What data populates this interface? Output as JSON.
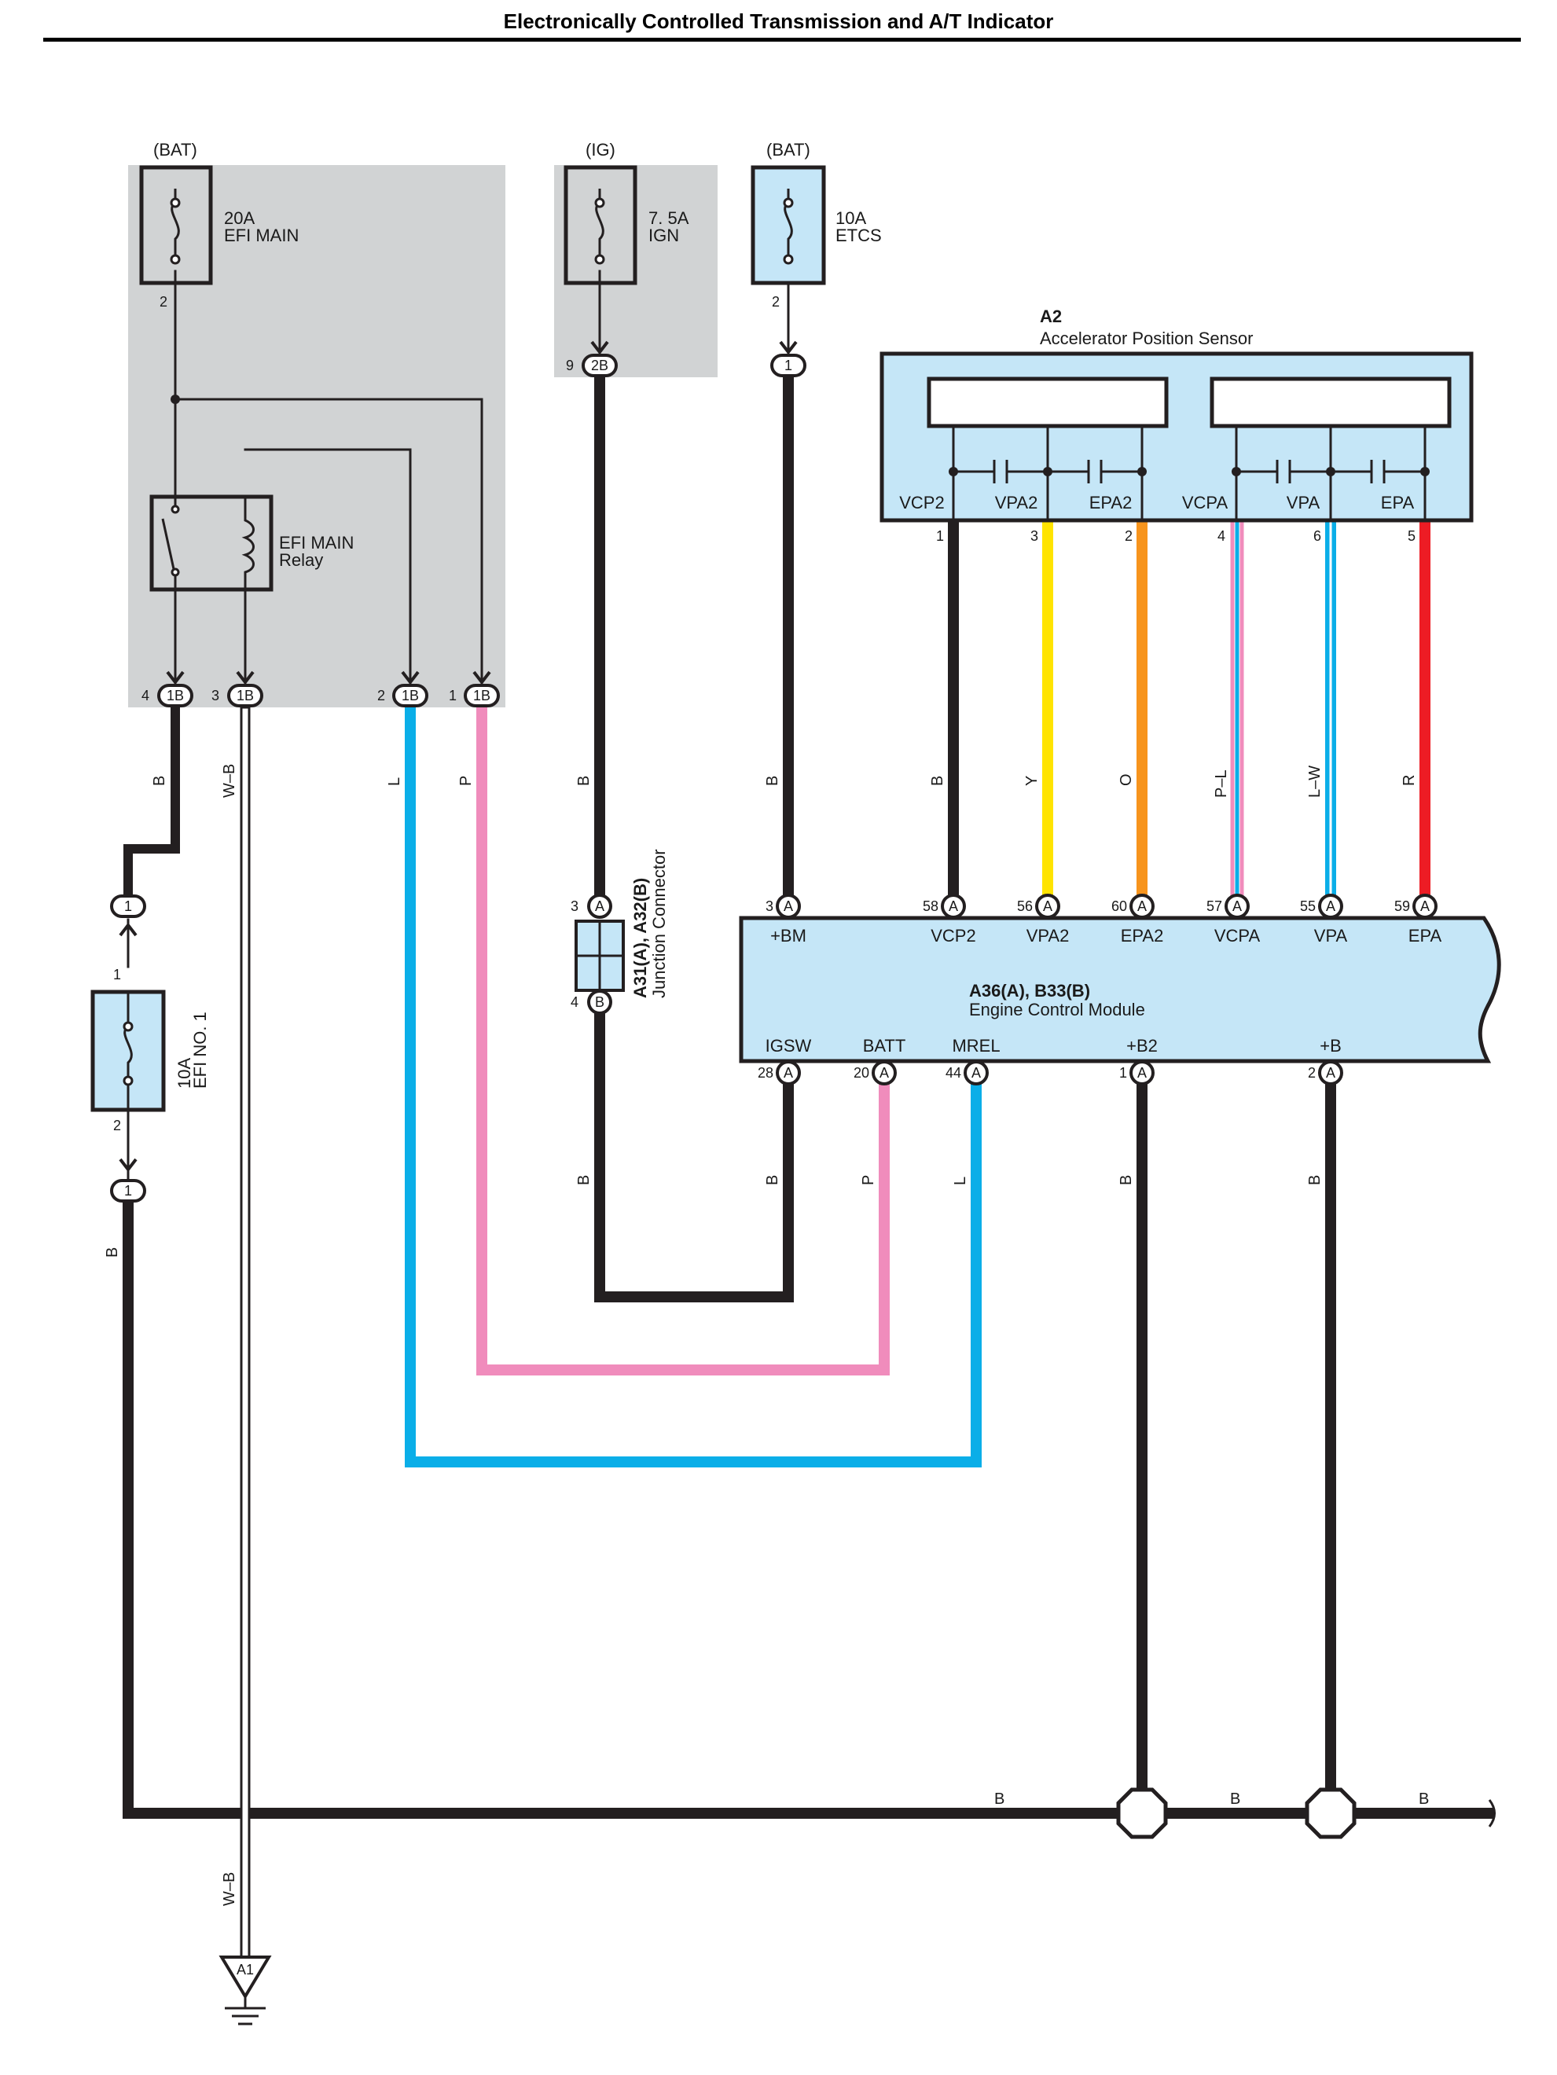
{
  "title": "Electronically Controlled Transmission and A/T Indicator",
  "colors": {
    "B": "#231f20",
    "WB": "#ffffff",
    "L": "#0aaee8",
    "P": "#f08cbc",
    "Y": "#ffe400",
    "O": "#f7941d",
    "R": "#ed1c24",
    "panel_gray": "#d1d3d4",
    "module_blue": "#c5e6f7"
  },
  "fuses": {
    "efi_main": {
      "source": "(BAT)",
      "rating": "20A",
      "name": "EFI MAIN",
      "pin": "2"
    },
    "ign": {
      "source": "(IG)",
      "rating": "7. 5A",
      "name": "IGN"
    },
    "etcs": {
      "source": "(BAT)",
      "rating": "10A",
      "name": "ETCS",
      "pin": "2"
    },
    "efi_no1": {
      "rating": "10A",
      "name": "EFI NO. 1",
      "pin_top": "1",
      "pin_bottom": "2"
    }
  },
  "relay": {
    "name": "EFI MAIN",
    "sub": "Relay"
  },
  "connectors": {
    "c1b_4": {
      "num": "4",
      "code": "1B"
    },
    "c1b_3": {
      "num": "3",
      "code": "1B"
    },
    "c1b_2": {
      "num": "2",
      "code": "1B"
    },
    "c1b_1": {
      "num": "1",
      "code": "1B"
    },
    "c2b_9": {
      "num": "9",
      "code": "2B"
    },
    "etcs_out": {
      "code": "1"
    },
    "efi1_in": {
      "code": "1"
    },
    "efi1_out": {
      "code": "1"
    }
  },
  "junction": {
    "code": "A31(A), A32(B)",
    "name": "Junction Connector",
    "top_pin": "3",
    "top_code": "A",
    "bottom_pin": "4",
    "bottom_code": "B"
  },
  "sensor": {
    "code": "A2",
    "name": "Accelerator Position Sensor",
    "pins": [
      {
        "name": "VCP2",
        "num": "1",
        "wire": "B"
      },
      {
        "name": "VPA2",
        "num": "3",
        "wire": "Y"
      },
      {
        "name": "EPA2",
        "num": "2",
        "wire": "O"
      },
      {
        "name": "VCPA",
        "num": "4",
        "wire": "P–L"
      },
      {
        "name": "VPA",
        "num": "6",
        "wire": "L–W"
      },
      {
        "name": "EPA",
        "num": "5",
        "wire": "R"
      }
    ]
  },
  "ecm": {
    "code": "A36(A), B33(B)",
    "name": "Engine Control Module",
    "top_pins": [
      {
        "name": "+BM",
        "num": "3",
        "code": "A"
      },
      {
        "name": "VCP2",
        "num": "58",
        "code": "A"
      },
      {
        "name": "VPA2",
        "num": "56",
        "code": "A"
      },
      {
        "name": "EPA2",
        "num": "60",
        "code": "A"
      },
      {
        "name": "VCPA",
        "num": "57",
        "code": "A"
      },
      {
        "name": "VPA",
        "num": "55",
        "code": "A"
      },
      {
        "name": "EPA",
        "num": "59",
        "code": "A"
      }
    ],
    "bottom_pins": [
      {
        "name": "IGSW",
        "num": "28",
        "code": "A"
      },
      {
        "name": "BATT",
        "num": "20",
        "code": "A"
      },
      {
        "name": "MREL",
        "num": "44",
        "code": "A"
      },
      {
        "name": "+B2",
        "num": "1",
        "code": "A"
      },
      {
        "name": "+B",
        "num": "2",
        "code": "A"
      }
    ]
  },
  "wire_labels": {
    "w1": "B",
    "w2": "W–B",
    "w3": "L",
    "w4": "P",
    "w5": "B",
    "w6": "B",
    "w7": "B",
    "w8": "B",
    "w9": "P",
    "w10": "L",
    "w11": "B",
    "w12": "B",
    "w13": "B",
    "w14": "W–B",
    "bus1": "B",
    "bus2": "B",
    "bus3": "B"
  },
  "ground": {
    "code": "A1"
  }
}
